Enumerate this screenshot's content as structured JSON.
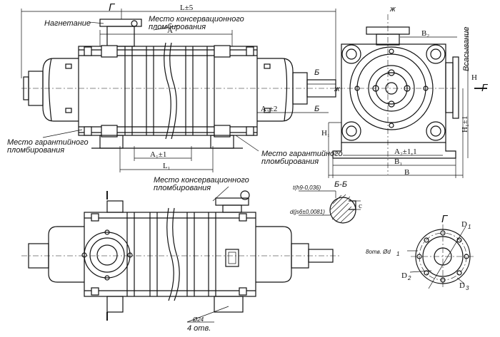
{
  "labels": {
    "section_g_top": "Г",
    "section_g_right": "Г",
    "section_b_upper": "Б",
    "section_b_lower": "Б",
    "axis_zh_top": "ж",
    "axis_zh_left": "ж",
    "discharge": "Нагнетание",
    "suction": "Всасывание",
    "conservation_seal_top_1": "Место консервационного",
    "conservation_seal_top_2": "пломбирования",
    "conservation_seal_bottom_1": "Место консервационного",
    "conservation_seal_bottom_2": "пломбирования",
    "warranty_seal_left_1": "Место гарантийного",
    "warranty_seal_left_2": "пломбирования",
    "warranty_seal_right_1": "Место гарантийного",
    "warranty_seal_right_2": "пломбирования",
    "section_bb_title": "Б-Б",
    "section_g_title": "Г",
    "holes_bottom_1": "Ø24",
    "holes_bottom_2": "4 отв.",
    "holes_flange": "8отв. Ød",
    "holes_flange_sub": "1"
  },
  "dimensions": {
    "L": "L±5",
    "A": "A",
    "A1": "A₁±1",
    "A2": "A₂±1,1",
    "A3": "A₃±2",
    "L1": "L₁",
    "B": "B",
    "B1": "B₁",
    "B2": "B₂",
    "H": "H",
    "H1": "H₁",
    "H1_tol": "H₁±1",
    "D1": "D",
    "D1_sub": "1",
    "D2": "D",
    "D2_sub": "2",
    "D3": "D",
    "D3_sub": "3",
    "tol_top": "t(h9-0,036)",
    "tol_bottom": "d(js6±0,0081)",
    "c": "c"
  }
}
